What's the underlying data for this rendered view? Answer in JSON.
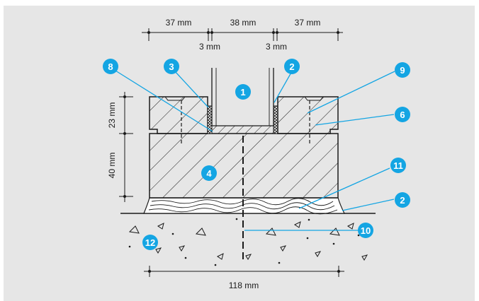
{
  "dimensions": {
    "top_left": "37 mm",
    "top_center": "38 mm",
    "top_right": "37 mm",
    "gap_left": "3 mm",
    "gap_right": "3 mm",
    "height_upper": "23 mm",
    "height_lower": "40 mm",
    "bottom_width": "118 mm"
  },
  "callouts": [
    "1",
    "2",
    "3",
    "4",
    "6",
    "8",
    "9",
    "11",
    "2",
    "10",
    "12"
  ],
  "colors": {
    "accent": "#14a5e3",
    "panel": "#e6e6e6",
    "ink": "#1a1a1a"
  }
}
